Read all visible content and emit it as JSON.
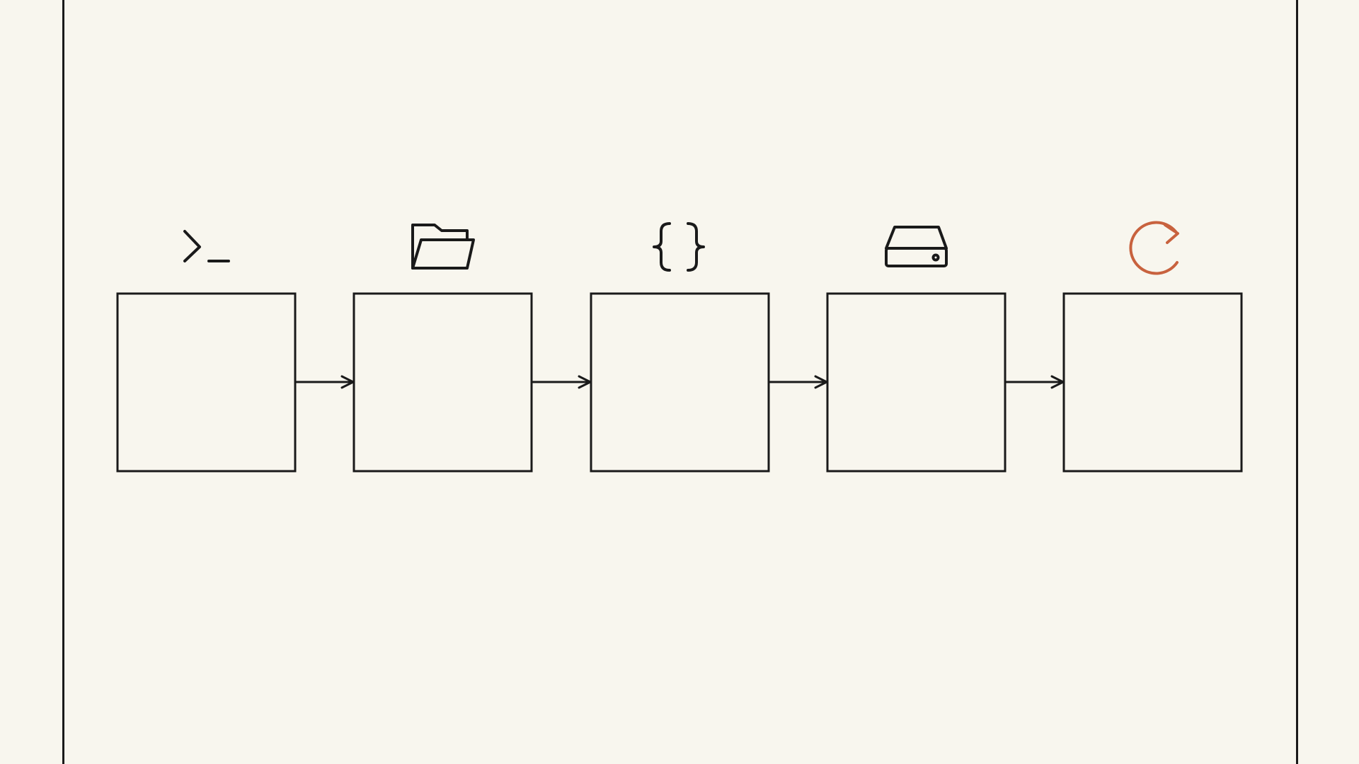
{
  "diagram": {
    "colors": {
      "background": "#f8f6ee",
      "stroke": "#1a1a1a",
      "accent": "#c8623e"
    },
    "steps": [
      {
        "icon": "terminal-icon",
        "label": ""
      },
      {
        "icon": "folder-open-icon",
        "label": ""
      },
      {
        "icon": "curly-braces-icon",
        "label": ""
      },
      {
        "icon": "hard-drive-icon",
        "label": ""
      },
      {
        "icon": "refresh-icon",
        "label": "",
        "accent": true
      }
    ],
    "connections": [
      {
        "from": 0,
        "to": 1
      },
      {
        "from": 1,
        "to": 2
      },
      {
        "from": 2,
        "to": 3
      },
      {
        "from": 3,
        "to": 4
      }
    ]
  }
}
